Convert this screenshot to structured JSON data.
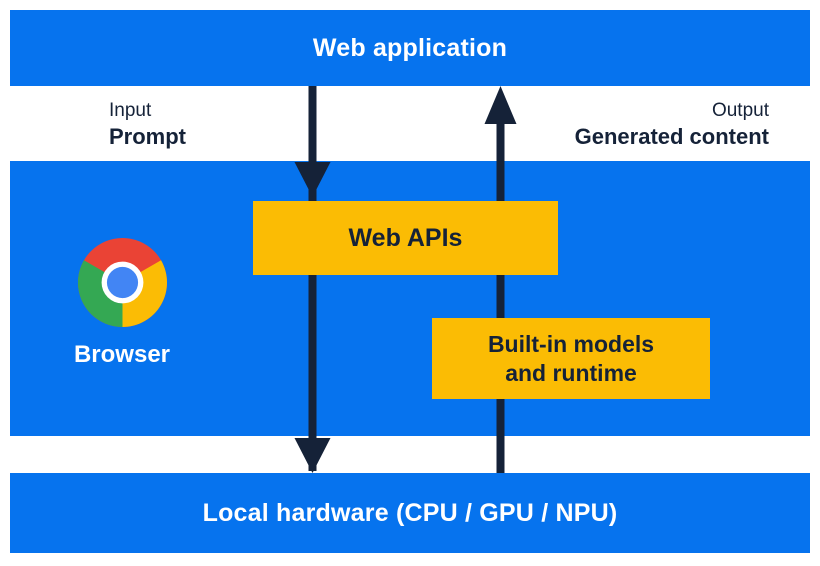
{
  "colors": {
    "band_blue": "#0673EE",
    "box_yellow": "#FBBC04",
    "ink_navy": "#152238",
    "label_white": "#FFFFFF",
    "chrome_red": "#EA4335",
    "chrome_green": "#34A853",
    "chrome_yellow": "#FBBC05",
    "chrome_blue": "#4285F4"
  },
  "top_bar": {
    "label": "Web application"
  },
  "flow": {
    "input": {
      "title": "Input",
      "value": "Prompt"
    },
    "output": {
      "title": "Output",
      "value": "Generated content"
    }
  },
  "browser_panel": {
    "browser_label": "Browser",
    "logo": "chrome-logo-icon",
    "web_apis_label": "Web APIs",
    "builtin_line1": "Built-in models",
    "builtin_line2": "and runtime"
  },
  "bottom_bar": {
    "label": "Local hardware (CPU / GPU / NPU)"
  }
}
